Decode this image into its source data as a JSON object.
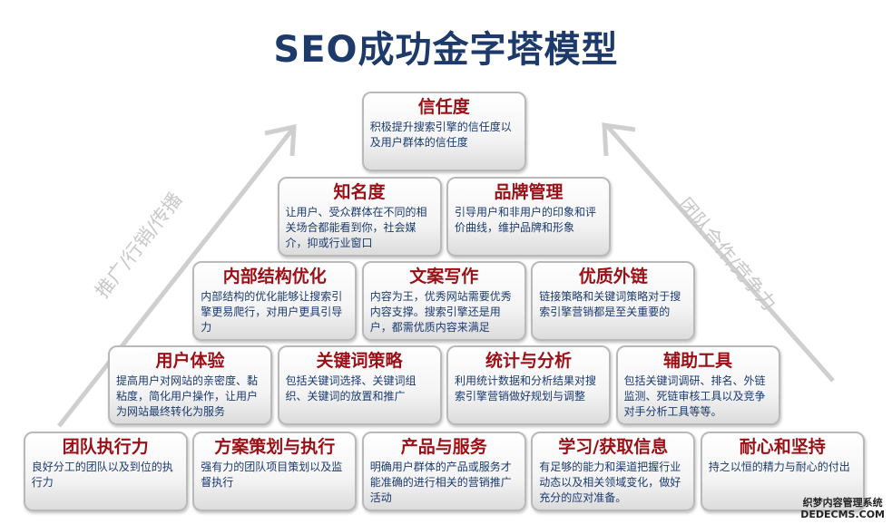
{
  "title": "SEO成功金字塔模型",
  "side_left": "推广/行销/传播",
  "side_right": "团队合作/竞争力",
  "rows": [
    [
      {
        "h": "信任度",
        "t": "积极提升搜索引擎的信任度以及用户群体的信任度"
      }
    ],
    [
      {
        "h": "知名度",
        "t": "让用户、受众群体在不同的相关场合都能看到你，社会媒介，抑或行业窗口"
      },
      {
        "h": "品牌管理",
        "t": "引导用户和非用户的印象和评价曲线，维护品牌和形象"
      }
    ],
    [
      {
        "h": "内部结构优化",
        "t": "内部结构的优化能够让搜索引擎更易爬行，对用户更具引导力"
      },
      {
        "h": "文案写作",
        "t": "内容为王，优秀网站需要优秀内容支撑。搜索引擎还是用户，都需优质内容来满足"
      },
      {
        "h": "优质外链",
        "t": "链接策略和关键词策略对于搜索引擎营销都是至关重要的"
      }
    ],
    [
      {
        "h": "用户体验",
        "t": "提高用户对网站的亲密度、黏粘度，简化用户操作，让用户为网站最终转化为服务"
      },
      {
        "h": "关键词策略",
        "t": "包括关键词选择、关键词组织、关键词的放置和推广"
      },
      {
        "h": "统计与分析",
        "t": "利用统计数据和分析结果对搜索引擎营销做好规划与调整"
      },
      {
        "h": "辅助工具",
        "t": "包括关键词调研、排名、外链监测、死链审核工具以及竞争对手分析工具等等。"
      }
    ],
    [
      {
        "h": "团队执行力",
        "t": "良好分工的团队以及到位的执行力"
      },
      {
        "h": "方案策划与执行",
        "t": "强有力的团队项目策划以及监督执行"
      },
      {
        "h": "产品与服务",
        "t": "明确用户群体的产品或服务才能准确的进行相关的营销推广活动"
      },
      {
        "h": "学习/获取信息",
        "t": "有足够的能力和渠道把握行业动态以及相关领域变化，做好充分的应对准备。"
      },
      {
        "h": "耐心和坚持",
        "t": "持之以恒的精力与耐心的付出"
      }
    ]
  ],
  "watermark": {
    "line1": "织梦内容管理系统",
    "line2": "DEDECMS.COM"
  }
}
